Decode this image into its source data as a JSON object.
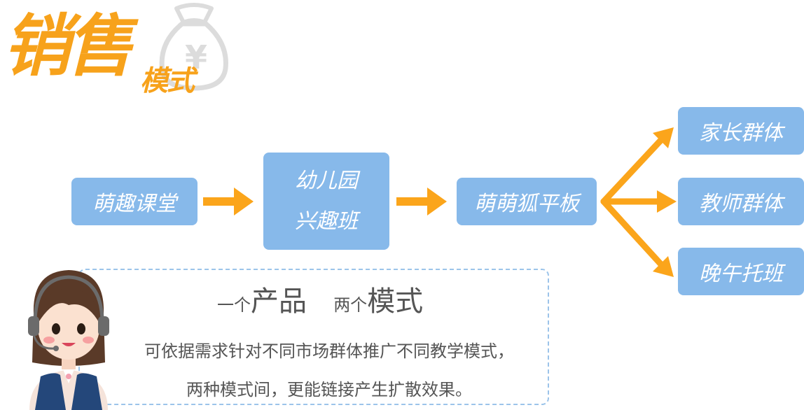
{
  "logo": {
    "main": "销售",
    "sub": "模式",
    "bag_symbol": "¥"
  },
  "flow": {
    "start": "萌趣课堂",
    "middle_line1": "幼儿园",
    "middle_line2": "兴趣班",
    "product": "萌萌狐平板",
    "targets": [
      "家长群体",
      "教师群体",
      "晚午托班"
    ]
  },
  "callout": {
    "headline_part1_small": "一个",
    "headline_part1_large": "产品",
    "headline_part2_small": "两个",
    "headline_part2_large": "模式",
    "line1": "可依据需求针对不同市场群体推广不同教学模式，",
    "line2": "两种模式间，更能链接产生扩散效果。"
  },
  "colors": {
    "box_fill": "#87b9ea",
    "arrow": "#fba51b",
    "logo": "#f7a21b",
    "text": "#555555",
    "dashed_border": "#9cc4ea"
  }
}
